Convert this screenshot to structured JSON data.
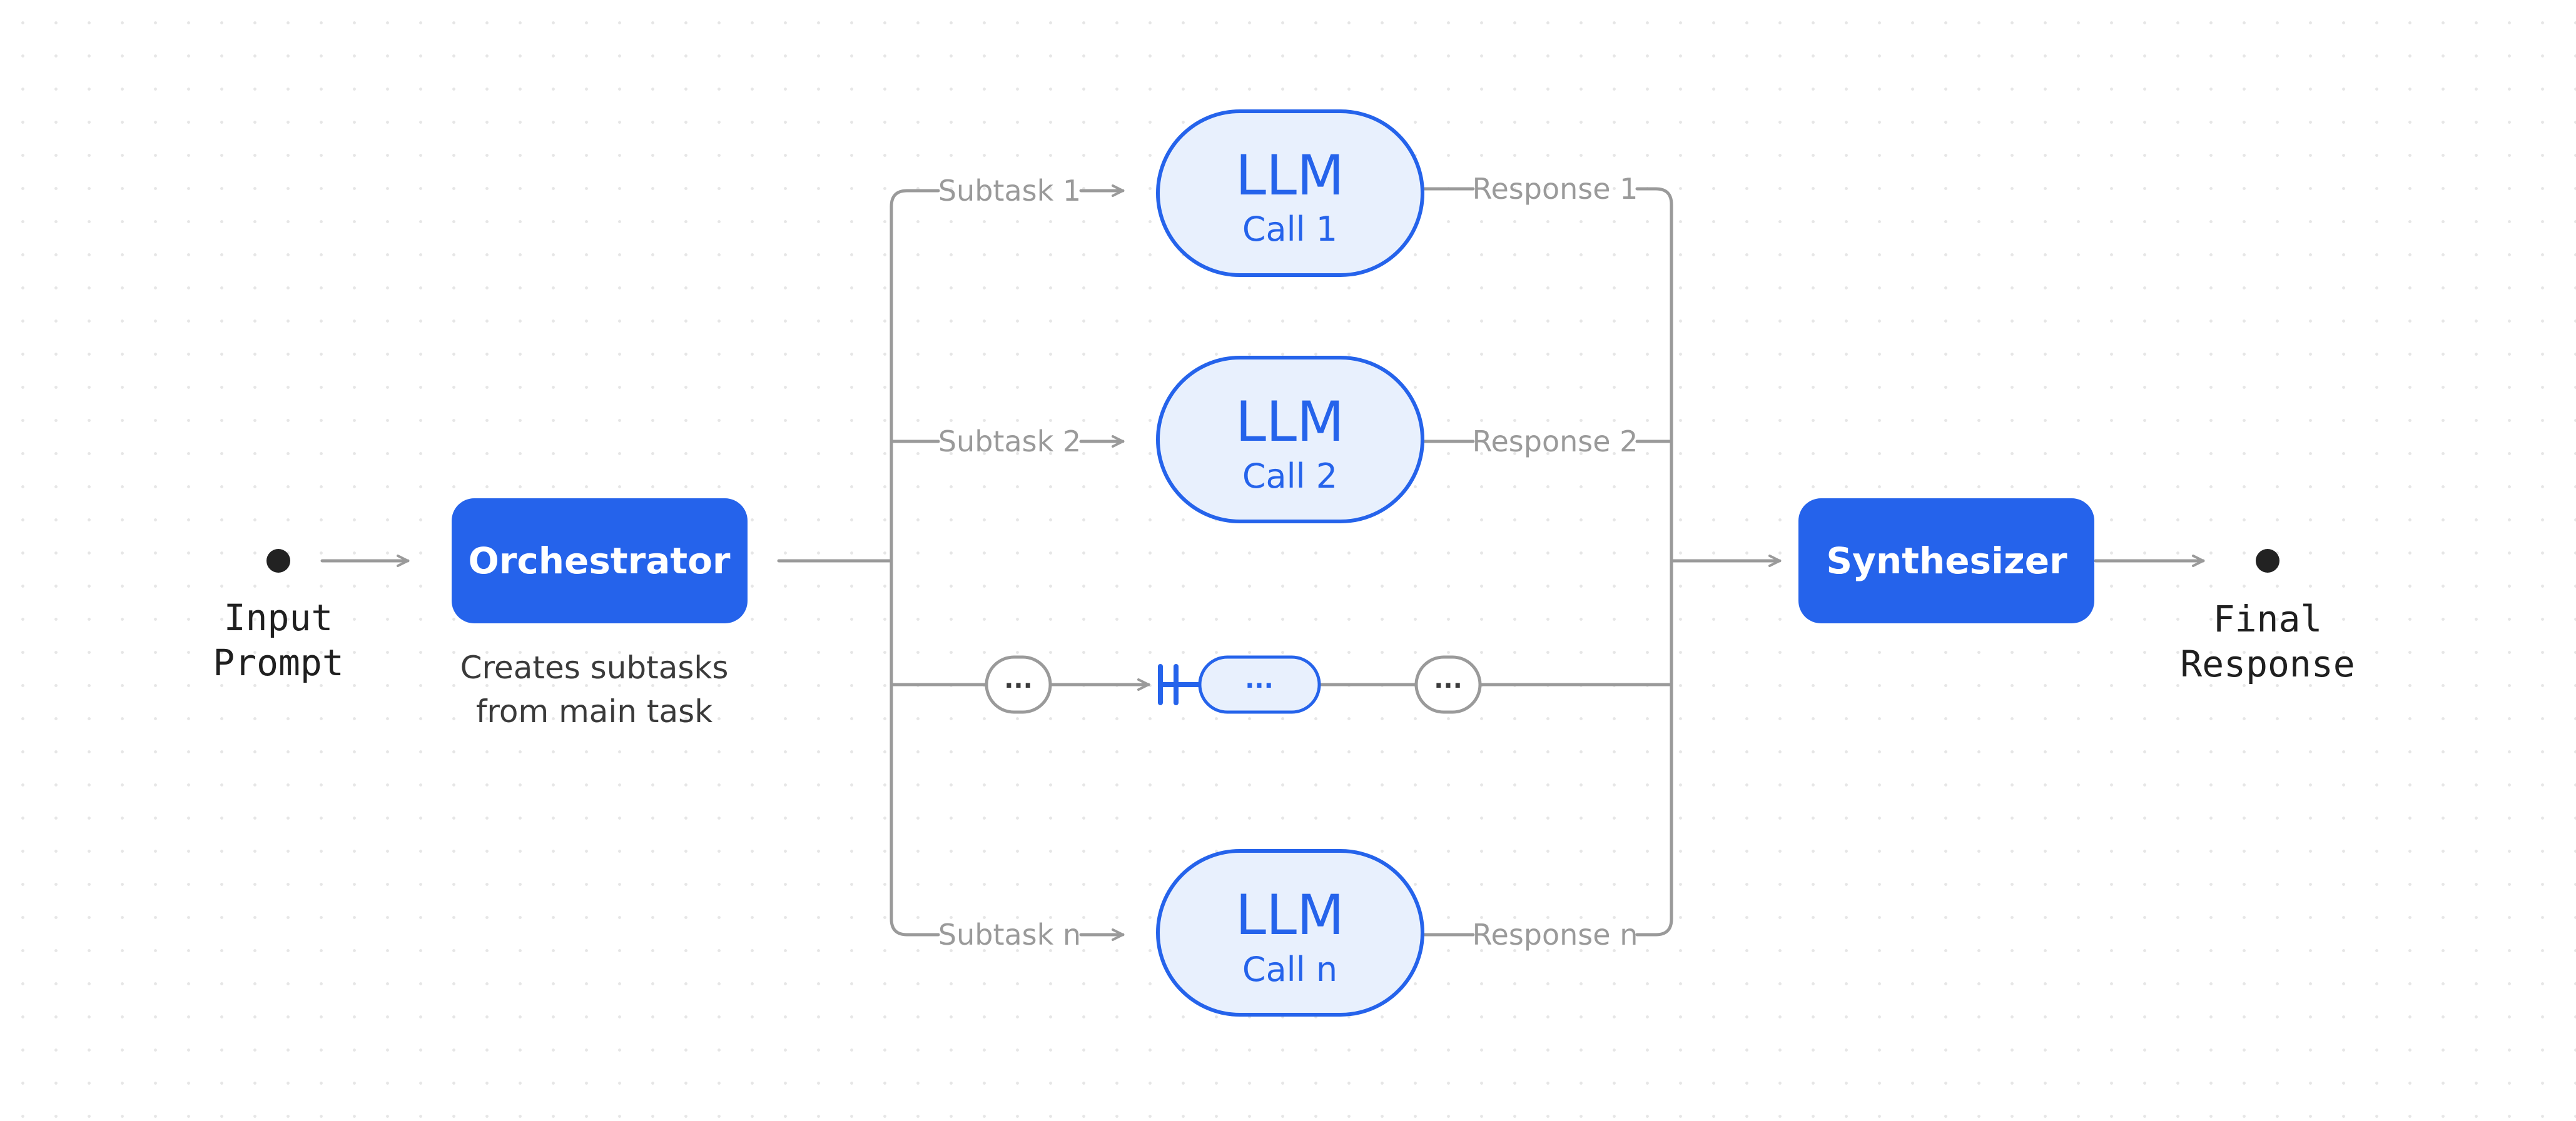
{
  "colors": {
    "accent": "#2563eb",
    "llm_fill": "#e8f0fd",
    "line": "#9a9a9a",
    "dot": "#222222"
  },
  "input": {
    "line1": "Input",
    "line2": "Prompt"
  },
  "orchestrator": {
    "label": "Orchestrator",
    "caption_line1": "Creates subtasks",
    "caption_line2": "from main task"
  },
  "llm_calls": [
    {
      "title": "LLM",
      "subtitle": "Call 1",
      "subtask": "Subtask 1",
      "response": "Response 1"
    },
    {
      "title": "LLM",
      "subtitle": "Call 2",
      "subtask": "Subtask 2",
      "response": "Response 2"
    },
    {
      "title": "LLM",
      "subtitle": "Call n",
      "subtask": "Subtask n",
      "response": "Response n"
    }
  ],
  "ellipsis_row": {
    "left": "···",
    "middle": "···",
    "right": "···"
  },
  "synthesizer": {
    "label": "Synthesizer"
  },
  "output": {
    "line1": "Final",
    "line2": "Response"
  }
}
